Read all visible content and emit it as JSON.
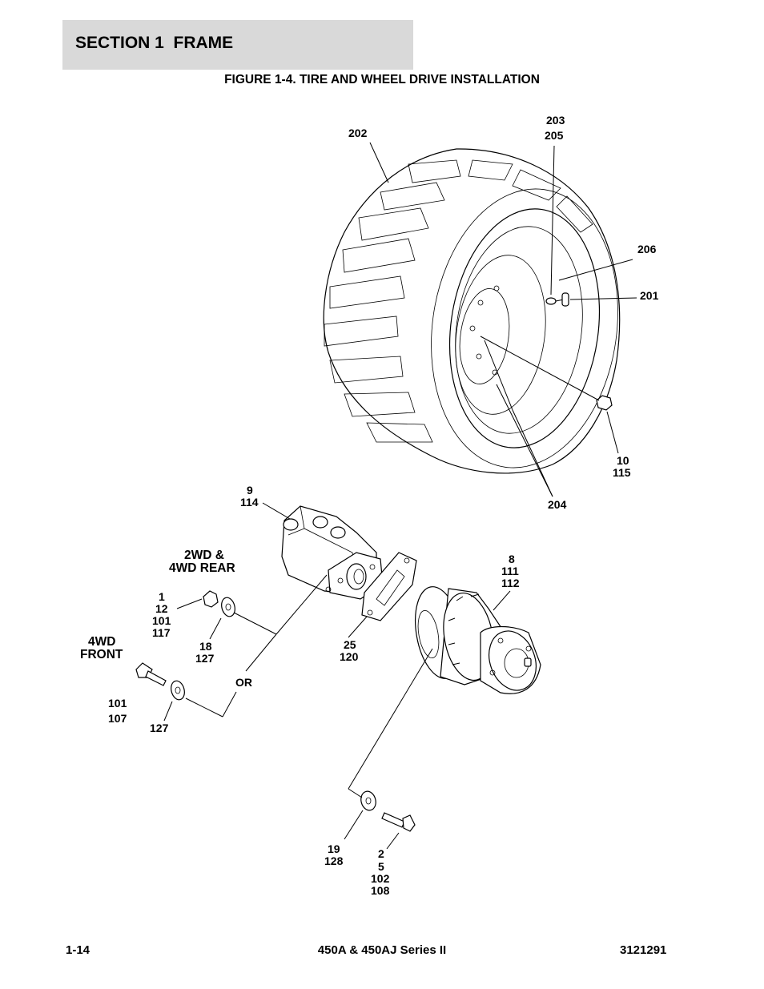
{
  "header": {
    "section": "SECTION 1  FRAME",
    "figure_title": "FIGURE 1-4. TIRE AND WHEEL DRIVE INSTALLATION"
  },
  "labels": {
    "l202": "202",
    "l203": "203",
    "l205": "205",
    "l206": "206",
    "l201": "201",
    "l10": "10",
    "l115": "115",
    "l204": "204",
    "l9": "9",
    "l114": "114",
    "l8": "8",
    "l111": "111",
    "l112": "112",
    "rear_line1": "2WD &",
    "rear_line2": "4WD REAR",
    "l1": "1",
    "l12": "12",
    "l101a": "101",
    "l117": "117",
    "l18": "18",
    "l127a": "127",
    "l25": "25",
    "l120": "120",
    "front_line1": "4WD",
    "front_line2": "FRONT",
    "or": "OR",
    "l101b": "101",
    "l107": "107",
    "l127b": "127",
    "l19": "19",
    "l128": "128",
    "l2": "2",
    "l5": "5",
    "l102": "102",
    "l108": "108"
  },
  "footer": {
    "page": "1-14",
    "model": "450A & 450AJ Series II",
    "doc_number": "3121291"
  }
}
